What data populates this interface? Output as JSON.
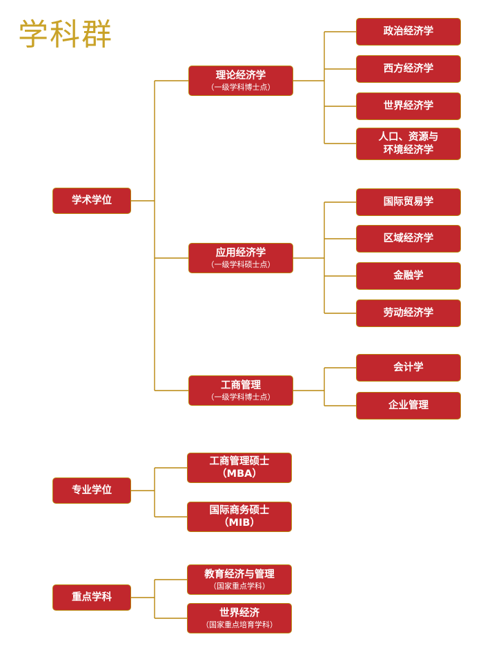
{
  "title": "学科群",
  "colors": {
    "node_fill": "#c1272d",
    "node_border": "#b8860b",
    "node_text": "#ffffff",
    "line": "#b8860b",
    "title_text": "#c9a227",
    "background": "#ffffff"
  },
  "diagram": {
    "type": "tree",
    "groups": [
      {
        "root": {
          "line1": "学术学位",
          "line2": ""
        },
        "children": [
          {
            "line1": "理论经济学",
            "line2": "（一级学科博士点）",
            "children": [
              {
                "line1": "政治经济学",
                "line2": ""
              },
              {
                "line1": "西方经济学",
                "line2": ""
              },
              {
                "line1": "世界经济学",
                "line2": ""
              },
              {
                "line1": "人口、资源与",
                "line2": "环境经济学"
              }
            ]
          },
          {
            "line1": "应用经济学",
            "line2": "（一级学科硕士点）",
            "children": [
              {
                "line1": "国际贸易学",
                "line2": ""
              },
              {
                "line1": "区域经济学",
                "line2": ""
              },
              {
                "line1": "金融学",
                "line2": ""
              },
              {
                "line1": "劳动经济学",
                "line2": ""
              }
            ]
          },
          {
            "line1": "工商管理",
            "line2": "（一级学科博士点）",
            "children": [
              {
                "line1": "会计学",
                "line2": ""
              },
              {
                "line1": "企业管理",
                "line2": ""
              }
            ]
          }
        ]
      },
      {
        "root": {
          "line1": "专业学位",
          "line2": ""
        },
        "children": [
          {
            "line1": "工商管理硕士",
            "line2": "（MBA）",
            "children": []
          },
          {
            "line1": "国际商务硕士",
            "line2": "（MIB）",
            "children": []
          }
        ]
      },
      {
        "root": {
          "line1": "重点学科",
          "line2": ""
        },
        "children": [
          {
            "line1": "教育经济与管理",
            "line2": "（国家重点学科）",
            "children": []
          },
          {
            "line1": "世界经济",
            "line2": "（国家重点培育学科）",
            "children": []
          }
        ]
      }
    ]
  },
  "nodes": {
    "title": "学科群",
    "academic_root": {
      "l1": "学术学位",
      "l2": ""
    },
    "theory_econ": {
      "l1": "理论经济学",
      "l2": "（一级学科博士点）"
    },
    "applied_econ": {
      "l1": "应用经济学",
      "l2": "（一级学科硕士点）"
    },
    "business_admin": {
      "l1": "工商管理",
      "l2": "（一级学科博士点）"
    },
    "political_econ": {
      "l1": "政治经济学",
      "l2": ""
    },
    "western_econ": {
      "l1": "西方经济学",
      "l2": ""
    },
    "world_econ": {
      "l1": "世界经济学",
      "l2": ""
    },
    "pop_res_env_econ": {
      "l1": "人口、资源与",
      "l2": "环境经济学"
    },
    "intl_trade": {
      "l1": "国际贸易学",
      "l2": ""
    },
    "regional_econ": {
      "l1": "区域经济学",
      "l2": ""
    },
    "finance": {
      "l1": "金融学",
      "l2": ""
    },
    "labor_econ": {
      "l1": "劳动经济学",
      "l2": ""
    },
    "accounting": {
      "l1": "会计学",
      "l2": ""
    },
    "enterprise_mgmt": {
      "l1": "企业管理",
      "l2": ""
    },
    "professional_root": {
      "l1": "专业学位",
      "l2": ""
    },
    "mba": {
      "l1": "工商管理硕士",
      "l2": "（MBA）"
    },
    "mib": {
      "l1": "国际商务硕士",
      "l2": "（MIB）"
    },
    "key_disciplines_root": {
      "l1": "重点学科",
      "l2": ""
    },
    "edu_econ_mgmt": {
      "l1": "教育经济与管理",
      "l2": "（国家重点学科）"
    },
    "world_economy_key": {
      "l1": "世界经济",
      "l2": "（国家重点培育学科）"
    }
  }
}
